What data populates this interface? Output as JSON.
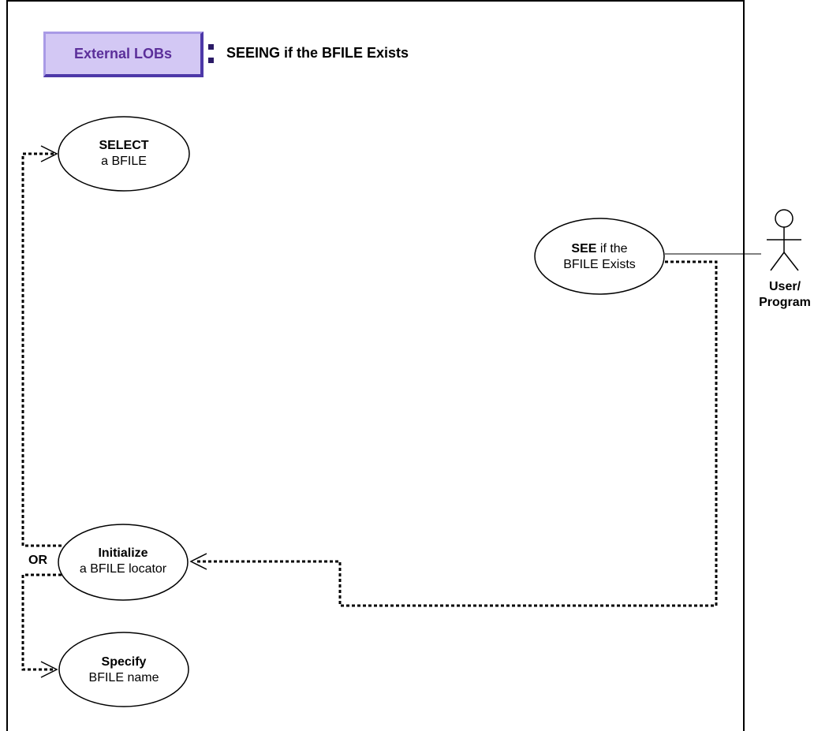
{
  "header": {
    "badge_label": "External LOBs",
    "title": "SEEING if the BFILE Exists"
  },
  "use_cases": {
    "select": {
      "bold": "SELECT",
      "rest": "a BFILE"
    },
    "see": {
      "bold": "SEE",
      "rest_1": " if the",
      "line2": "BFILE Exists"
    },
    "initialize": {
      "bold": "Initialize",
      "rest": "a BFILE locator"
    },
    "specify": {
      "bold": "Specify",
      "rest": "BFILE name"
    }
  },
  "actor": {
    "line1": "User/",
    "line2": "Program"
  },
  "or_label": "OR",
  "colors": {
    "badge_fill": "#d3c8f4",
    "badge_text": "#5b2f9a",
    "line": "#000000"
  }
}
